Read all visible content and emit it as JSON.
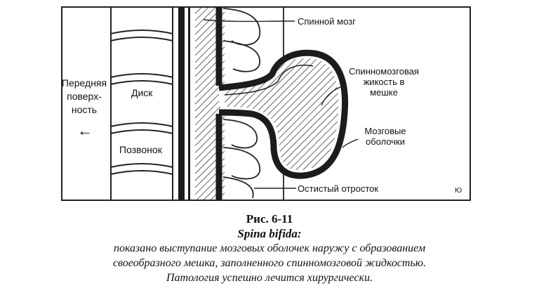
{
  "labels": {
    "front_surface": [
      "Передняя",
      "поверх-",
      "ность"
    ],
    "arrow": "←",
    "disc": "Диск",
    "vertebra": "Позвонок",
    "spinal_cord": "Спинной мозг",
    "csf_sac": [
      "Спинномозговая",
      "жикость в",
      "мешке"
    ],
    "meninges": [
      "Мозговые",
      "оболочки"
    ],
    "spinous_process": "Остистый отросток",
    "signature": "Ю"
  },
  "caption": {
    "figure": "Рис. 6-11",
    "title": "Spina bifida:",
    "lines": [
      "показано выступание мозговых оболочек наружу с образованием",
      "своеобразного мешка, заполненного спинномозговой жидкостью.",
      "Патология успешно лечится хирургически."
    ]
  }
}
